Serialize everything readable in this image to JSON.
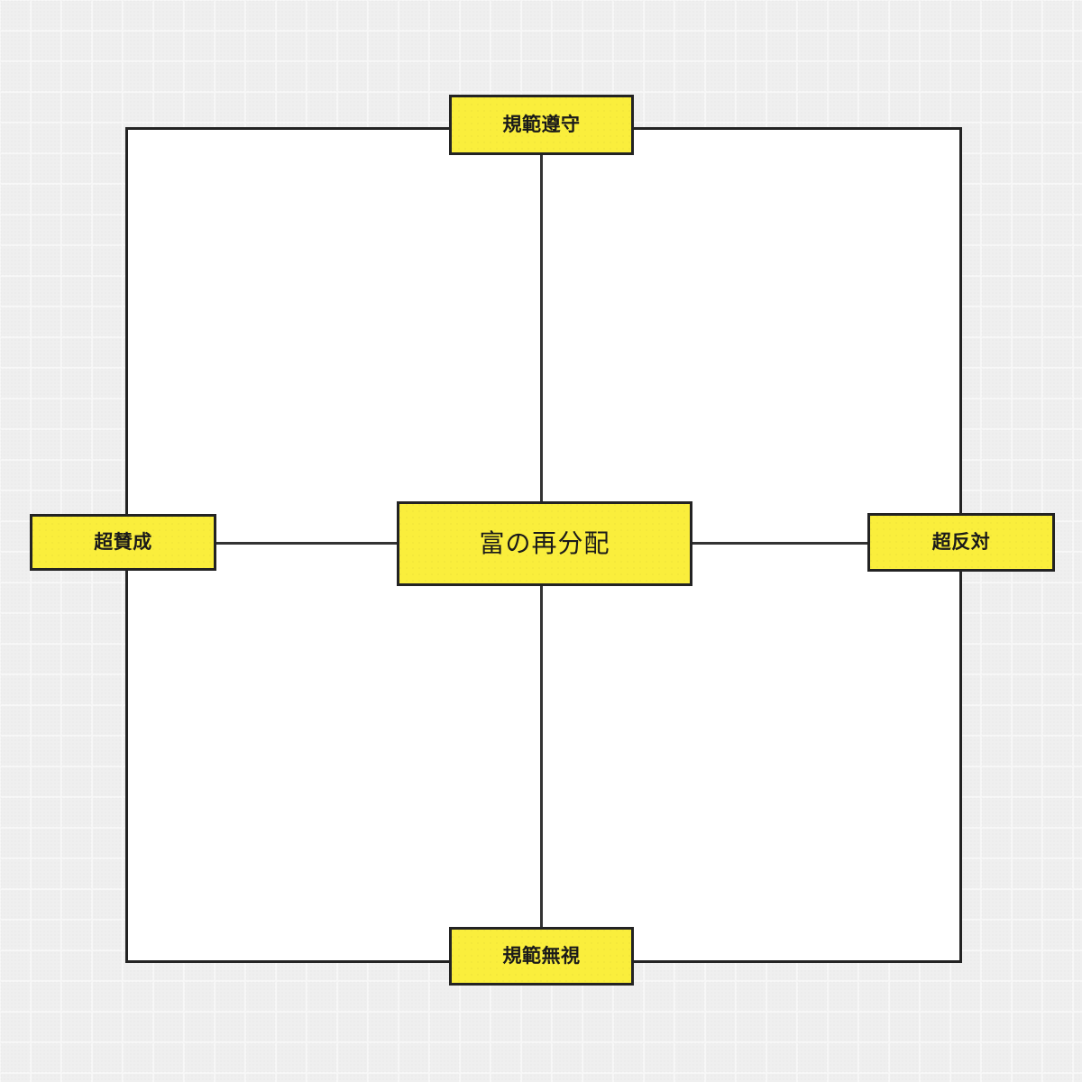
{
  "diagram": {
    "type": "axis-quadrant-map",
    "background_color": "#efefef",
    "node_fill_color": "#faee3c",
    "node_border_color": "#232323",
    "line_color": "#333333",
    "frame": {
      "name": "quadrant-frame",
      "fill": "#ffffff"
    },
    "center": {
      "id": "center",
      "label": "富の再分配"
    },
    "poles": [
      {
        "id": "top",
        "position": "top",
        "label": "規範遵守"
      },
      {
        "id": "left",
        "position": "left",
        "label": "超賛成"
      },
      {
        "id": "right",
        "position": "right",
        "label": "超反対"
      },
      {
        "id": "bottom",
        "position": "bottom",
        "label": "規範無視"
      }
    ],
    "connectors": [
      {
        "id": "center-to-top",
        "from": "center",
        "to": "top",
        "orientation": "vertical"
      },
      {
        "id": "center-to-bottom",
        "from": "center",
        "to": "bottom",
        "orientation": "vertical"
      },
      {
        "id": "center-to-left",
        "from": "center",
        "to": "left",
        "orientation": "horizontal"
      },
      {
        "id": "center-to-right",
        "from": "center",
        "to": "right",
        "orientation": "horizontal"
      }
    ]
  }
}
